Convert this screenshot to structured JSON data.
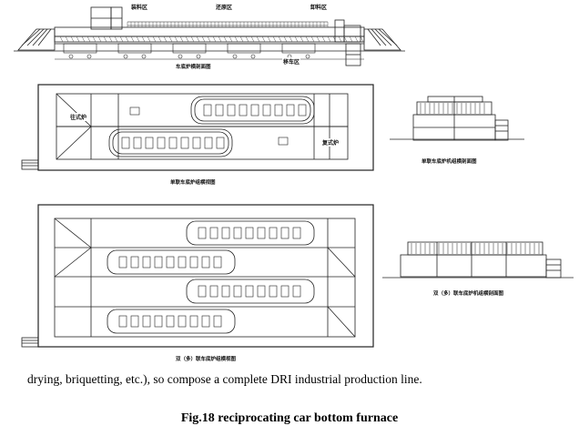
{
  "figure": {
    "top_view": {
      "labels": [
        "装料区",
        "还原区",
        "卸料区",
        "移车区"
      ],
      "caption": "车底炉横剖面图"
    },
    "single_plan": {
      "caption": "单联车底炉组横视图",
      "left_furnace_label": "往式炉",
      "right_furnace_label": "复式炉"
    },
    "single_section": {
      "caption": "单联车底炉机组横剖面图"
    },
    "double_plan": {
      "caption": "双（多）联车底炉组横视图"
    },
    "double_section": {
      "caption": "双（多）联车底炉机组横剖面图"
    }
  },
  "body_text": "drying, briquetting, etc.), so compose a complete DRI industrial production line.",
  "figure_title": "Fig.18 reciprocating car bottom furnace"
}
